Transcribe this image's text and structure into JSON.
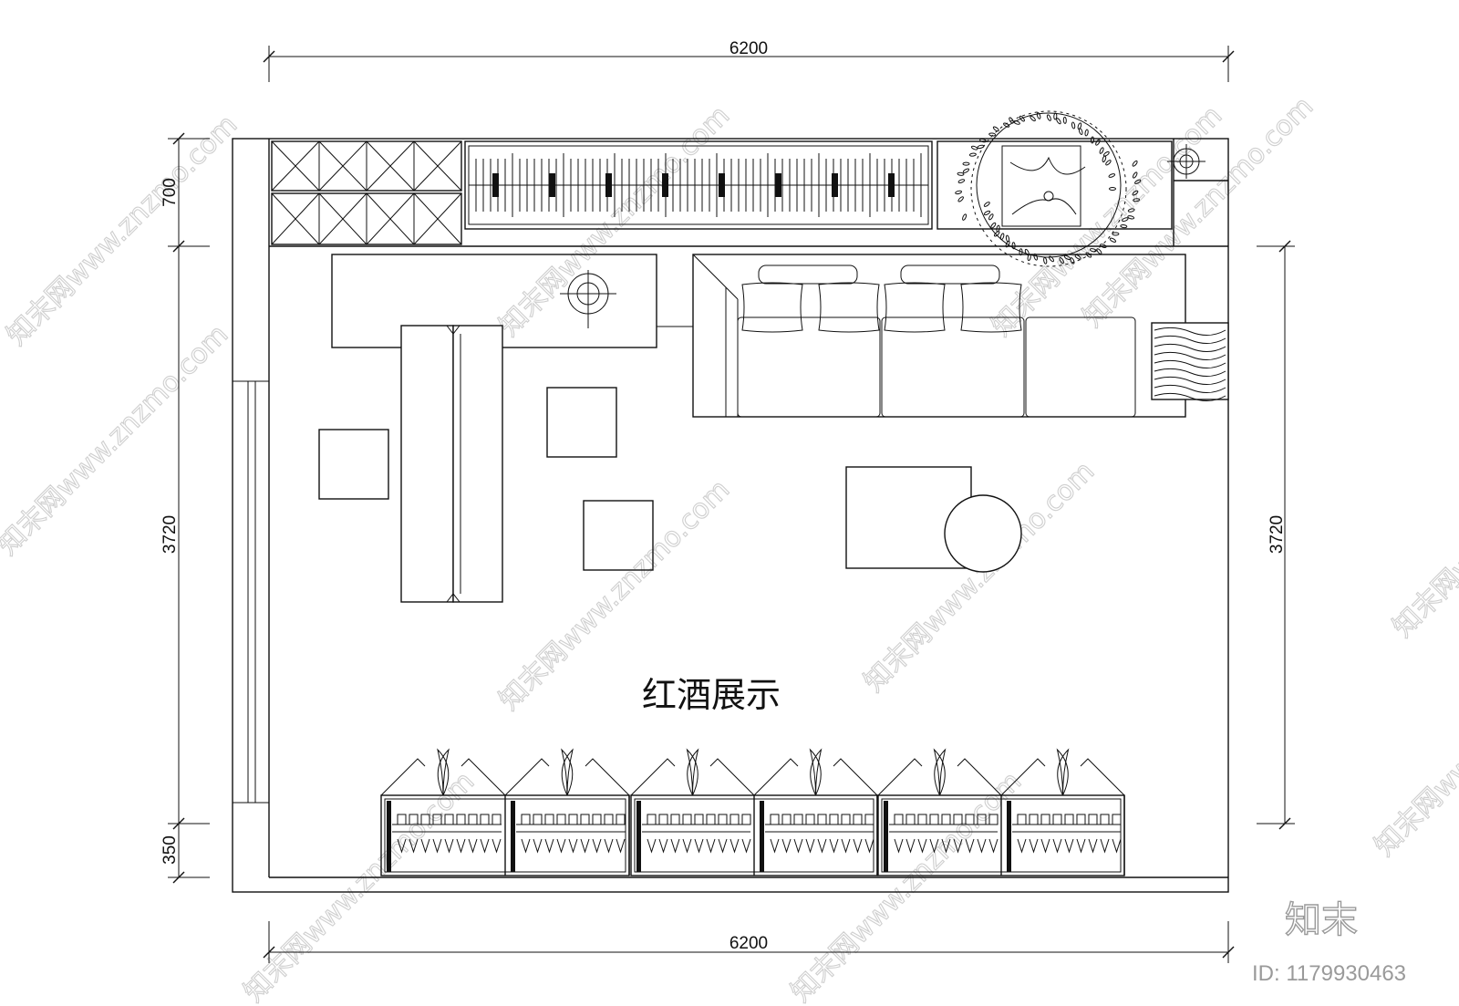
{
  "dimensions": {
    "top_width": "6200",
    "bottom_width": "6200",
    "left_top": "700",
    "left_middle": "3720",
    "left_bottom": "350",
    "right_middle": "3720"
  },
  "room_label": "红酒展示",
  "watermark": {
    "text": "知末网www.znzmo.com",
    "brand": "知末",
    "id_text": "ID: 1179930463"
  },
  "colors": {
    "line": "#111111",
    "watermark": "#cfcfcf",
    "brand": "#9a9a9a",
    "background": "#ffffff"
  }
}
